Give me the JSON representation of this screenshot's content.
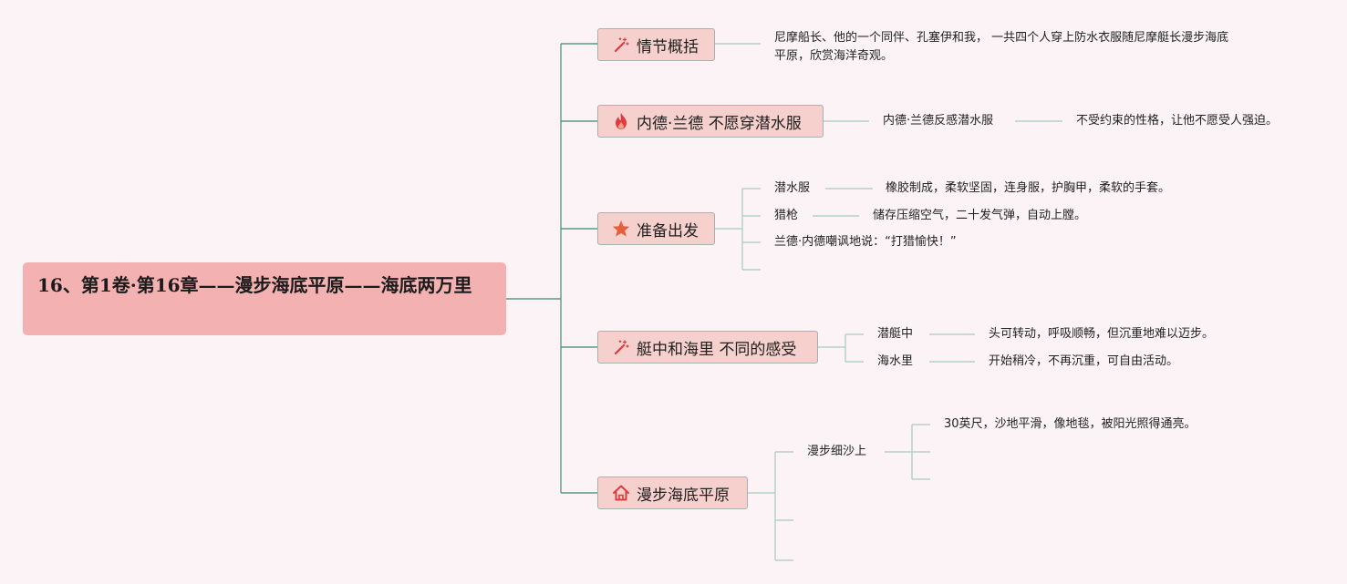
{
  "root": {
    "title": "16、第1卷·第16章——漫步海底平原——海底两万里"
  },
  "branches": [
    {
      "icon": "wand-icon",
      "label": "情节概括",
      "details": [
        "尼摩船长、他的一个同伴、孔塞伊和我， 一共四个人穿上防水衣服随尼摩艇长漫步海底平原，欣赏海洋奇观。"
      ]
    },
    {
      "icon": "flame-icon",
      "label": "内德·兰德 不愿穿潜水服",
      "details": [
        "内德·兰德反感潜水服",
        "不受约束的性格，让他不愿受人强迫。"
      ]
    },
    {
      "icon": "star-icon",
      "label": "准备出发",
      "items": [
        {
          "topic": "潜水服",
          "detail": "橡胶制成，柔软坚固，连身服，护胸甲，柔软的手套。"
        },
        {
          "topic": "猎枪",
          "detail": "储存压缩空气，二十发气弹，自动上膛。"
        },
        {
          "topic": "兰德·内德嘲讽地说：“打猎愉快！”"
        }
      ]
    },
    {
      "icon": "wand-icon",
      "label": "艇中和海里 不同的感受",
      "items": [
        {
          "topic": "潜艇中",
          "detail": "头可转动，呼吸顺畅，但沉重地难以迈步。"
        },
        {
          "topic": "海水里",
          "detail": "开始稍冷，不再沉重，可自由活动。"
        }
      ]
    },
    {
      "icon": "house-icon",
      "label": "漫步海底平原",
      "items": [
        {
          "topic": "漫步细沙上",
          "detail": "30英尺，沙地平滑，像地毯，被阳光照得通亮。"
        }
      ]
    }
  ],
  "colors": {
    "background": "#fbf3f5",
    "root_fill": "#f4b1b2",
    "branch_fill": "#f5d0cd",
    "connector": "#5a9a83",
    "connector_light": "#a8c9bc",
    "icon_accent": "#e0393e",
    "star_accent": "#e5603a"
  }
}
